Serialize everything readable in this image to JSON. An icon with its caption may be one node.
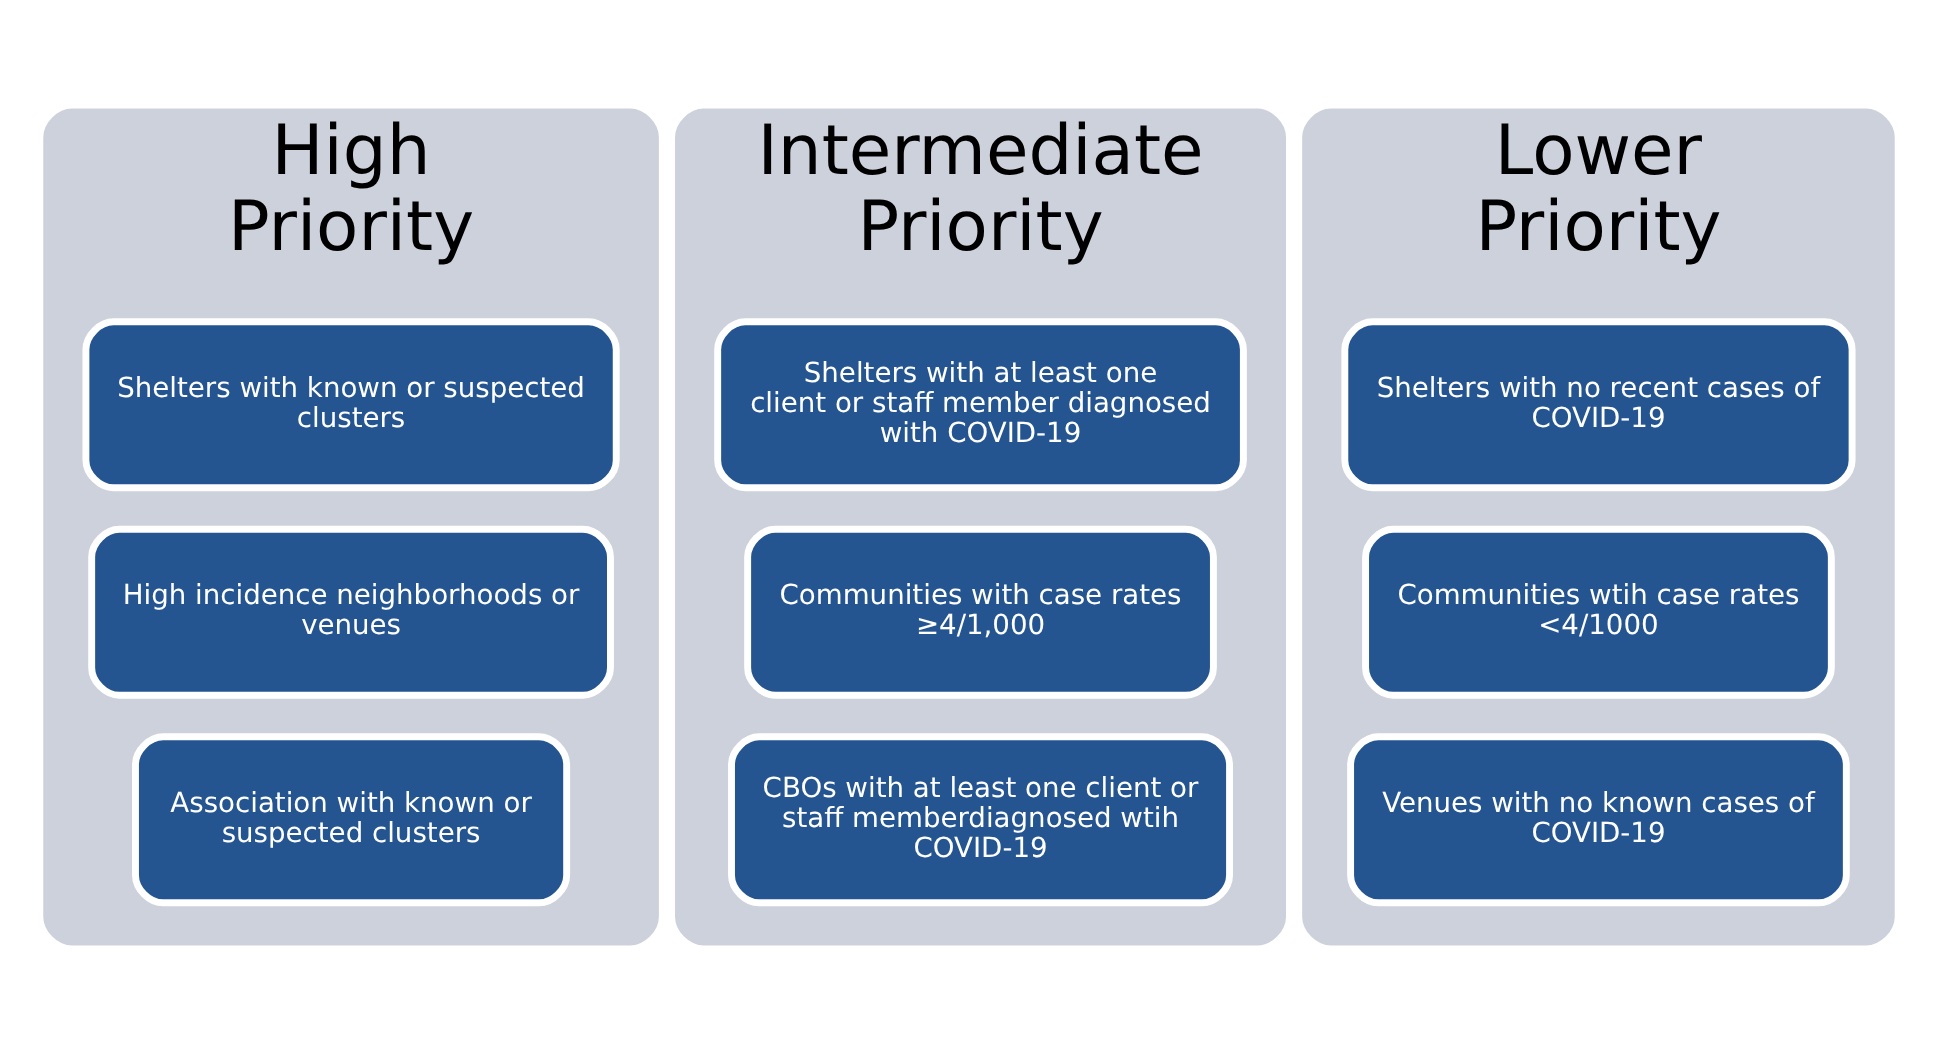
{
  "diagram": {
    "nodes": [
      {
        "text": [
          "High Priority"
        ]
      },
      {
        "text": [
          "Shelters with known or suspected clusters"
        ],
        "in": 0
      },
      {
        "text": [
          "High incidence neighborhoods or venues"
        ],
        "in": 0
      },
      {
        "text": [
          "Association with known or suspected clusters"
        ],
        "in": 0
      },
      {
        "text": [
          "Intermediate Priority"
        ]
      },
      {
        "text": [
          "Shelters with at least one client or staff member diagnosed with COVID-19"
        ],
        "in": 4
      },
      {
        "text": [
          "Communities with case rates ≥4/1,000"
        ],
        "in": 4
      },
      {
        "text": [
          "CBOs with at least one client or staff memberdiagnosed wtih COVID-19"
        ],
        "in": 4
      },
      {
        "text": [
          "Lower Priority"
        ]
      },
      {
        "text": [
          "Shelters with no recent cases of COVID-19"
        ],
        "in": 8
      },
      {
        "text": [
          "Communities wtih case rates <4/1000"
        ],
        "in": 8
      },
      {
        "text": [
          "Venues with no known cases of COVID-19"
        ],
        "in": 8
      }
    ],
    "edges": []
  }
}
